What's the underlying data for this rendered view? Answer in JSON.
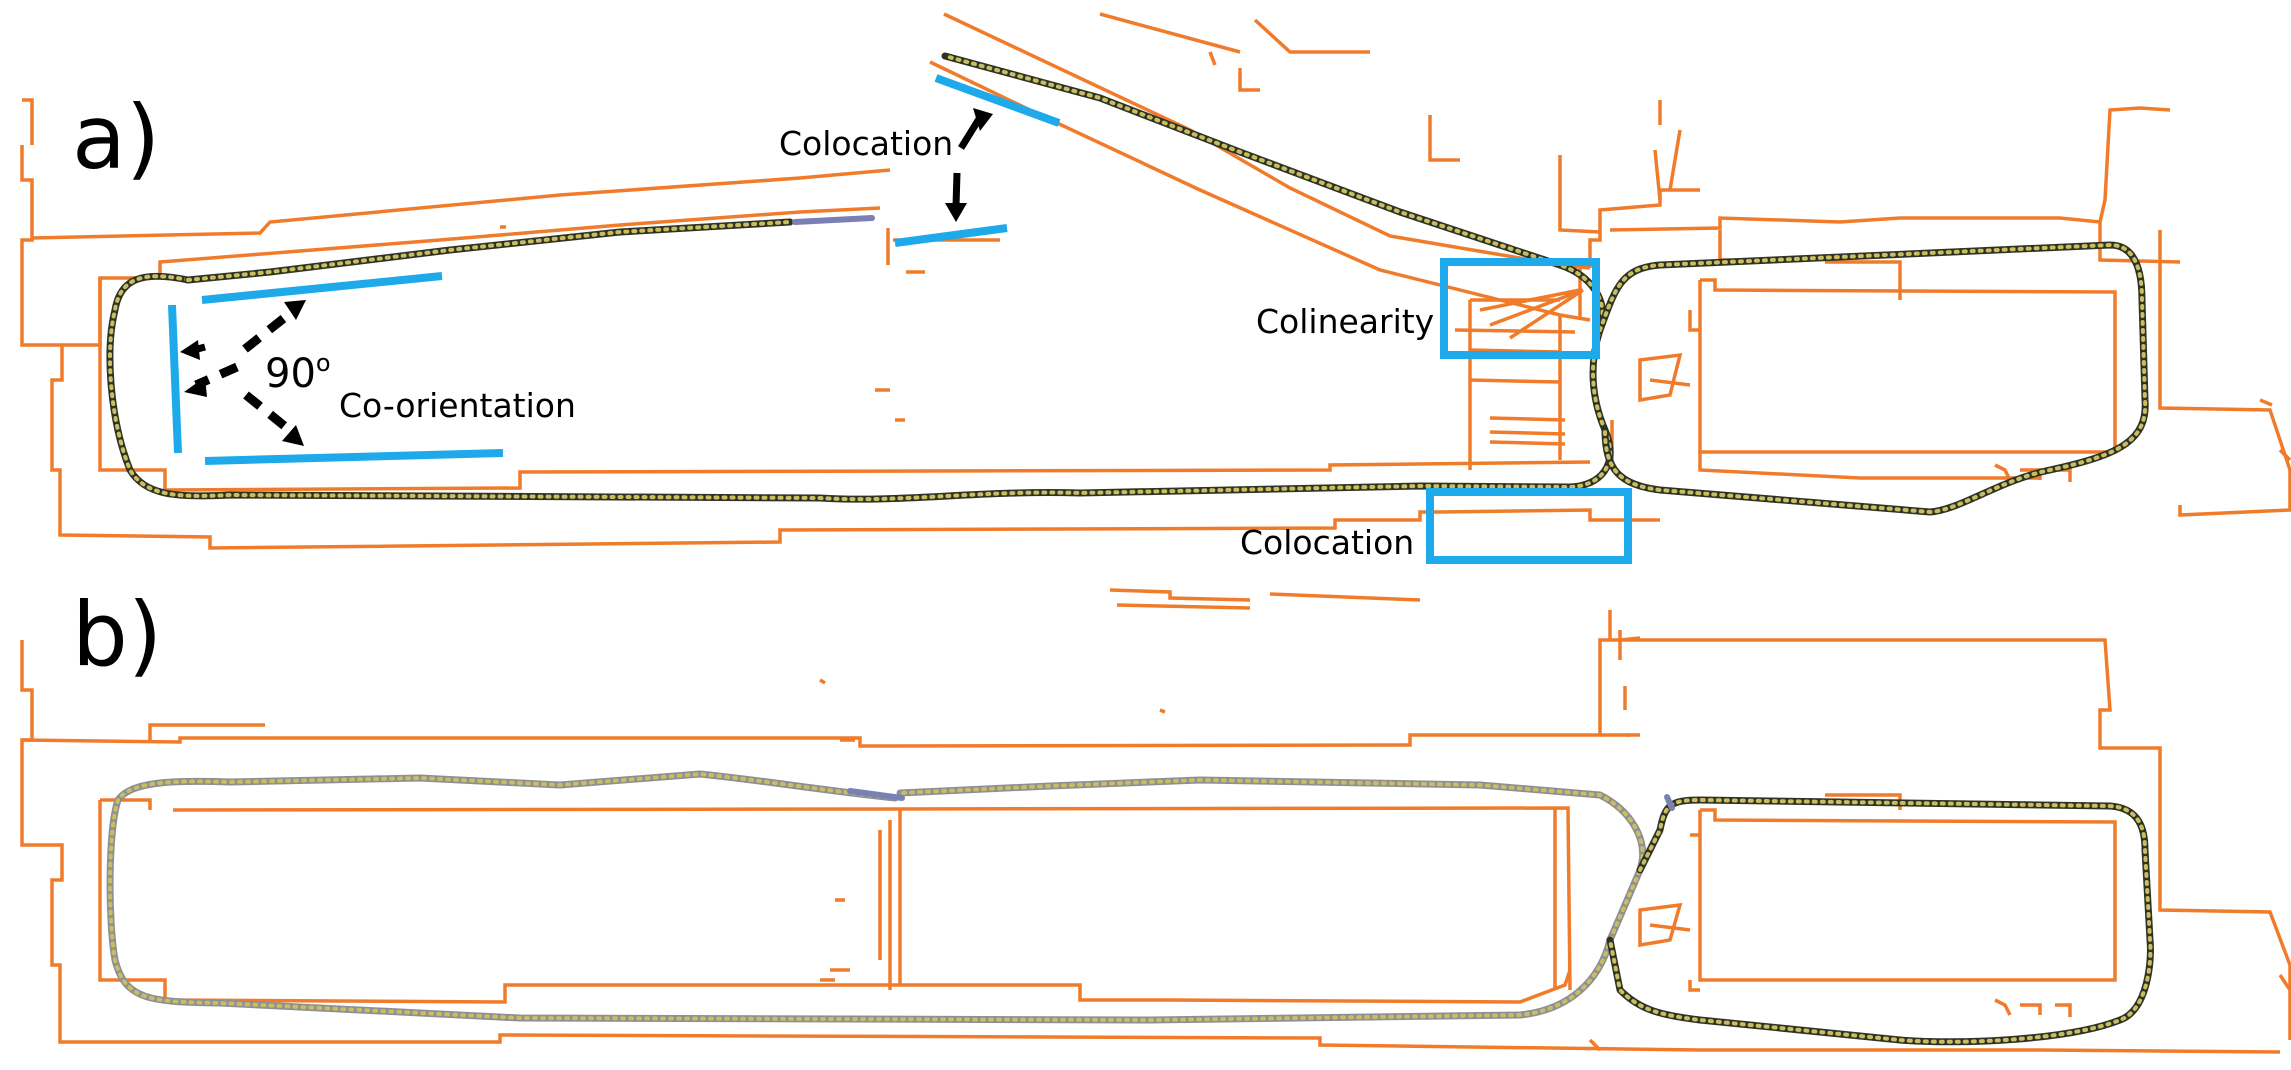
{
  "figure": {
    "panel_a_label": "a)",
    "panel_b_label": "b)",
    "annotations": {
      "colocation_top": "Colocation",
      "colinearity": "Colinearity",
      "colocation_bottom": "Colocation",
      "angle": "90",
      "angle_unit": "o",
      "co_orientation": "Co-orientation"
    }
  },
  "colors": {
    "map_walls": "#f07c2b",
    "constraint_highlight": "#1eaaea",
    "trajectory_dark": "#2f3326",
    "trajectory_dots": "#c9bd5e",
    "trajectory_loop_closure": "#7a7fb4",
    "trajectory_optimized": "#8c8f98",
    "arrows": "#000000"
  }
}
